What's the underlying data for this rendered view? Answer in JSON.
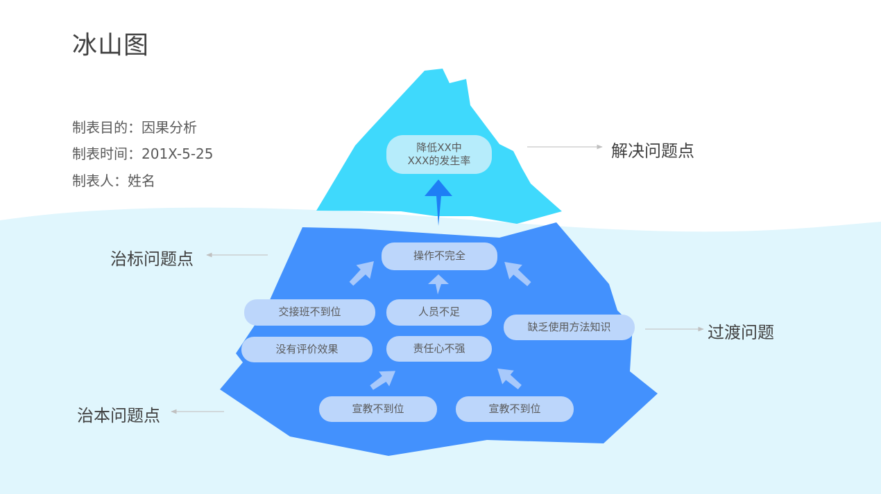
{
  "title": "冰山图",
  "meta": {
    "purpose": "制表目的：因果分析",
    "time": "制表时间：201X-5-25",
    "author": "制表人：姓名"
  },
  "side_labels": {
    "solve": "解决问题点",
    "surface": "治标问题点",
    "transition": "过渡问题",
    "root": "治本问题点"
  },
  "nodes": {
    "goal_line1": "降低XX中",
    "goal_line2": "XXX的发生率",
    "op_incomplete": "操作不完全",
    "handover": "交接班不到位",
    "staff_short": "人员不足",
    "no_eval": "没有评价效果",
    "resp_weak": "责任心不强",
    "lack_knowledge": "缺乏使用方法知识",
    "edu_1": "宣教不到位",
    "edu_2": "宣教不到位"
  },
  "colors": {
    "sea": "#e0f6fd",
    "tip": "#3fd9fc",
    "body": "#4391fd",
    "pill": "#bcd6fb",
    "pill_top": "#b6ecfb",
    "arrow": "#a8c9fb",
    "connector": "#c8c8c8"
  }
}
